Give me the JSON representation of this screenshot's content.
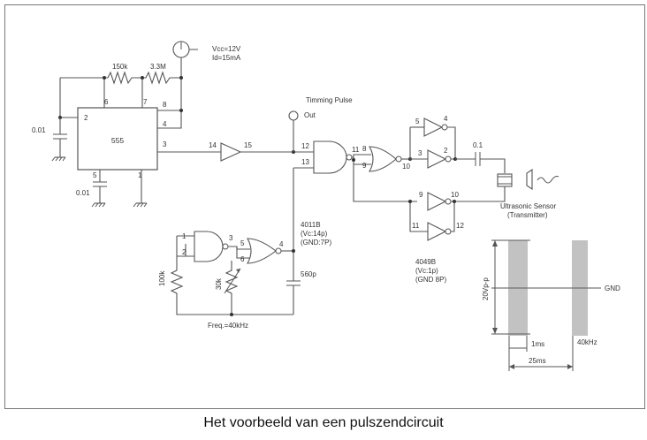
{
  "supply": {
    "vcc": "Vcc=12V",
    "id": "Id=15mA"
  },
  "timer": {
    "chip": "555",
    "pins": {
      "p2": "2",
      "p6": "6",
      "p7": "7",
      "p8": "8",
      "p4": "4",
      "p3": "3",
      "p5": "5",
      "p1": "1"
    },
    "r1": "150k",
    "r2": "3.3M",
    "c1": "0.01",
    "c2": "0.01"
  },
  "buffer": {
    "in": "14",
    "out": "15"
  },
  "timing_pulse": {
    "label": "Timming Pulse",
    "out": "Out"
  },
  "nand_gate": {
    "in_a": "12",
    "in_b": "13",
    "out": "11"
  },
  "nor_gate": {
    "in_a": "8",
    "in_b": "9",
    "out": "10"
  },
  "inverters_top": {
    "a_in": "5",
    "a_out": "4",
    "b_in": "3",
    "b_out": "2"
  },
  "inverters_bottom": {
    "a_in": "9",
    "a_out": "10",
    "b_in": "11",
    "b_out": "12"
  },
  "coupling_cap": "0.1",
  "sensor": {
    "line1": "Ultrasonic Sensor",
    "line2": "(Transmitter)"
  },
  "chip_4011": {
    "name": "4011B",
    "vc": "(Vc:14p)",
    "gnd": "(GND:7P)"
  },
  "chip_4049": {
    "name": "4049B",
    "vc": "(Vc:1p)",
    "gnd": "(GND 8P)"
  },
  "oscillator": {
    "nand_in_a": "1",
    "nand_in_b": "2",
    "nand_out": "3",
    "nor_in_a": "5",
    "nor_in_b": "6",
    "nor_out": "4",
    "r_fixed": "100k",
    "r_var": "30k",
    "cap": "560p",
    "freq": "Freq.=40kHz"
  },
  "waveform": {
    "amplitude": "20Vp-p",
    "ground": "GND",
    "pulse": "1ms",
    "period": "25ms",
    "freq": "40kHz"
  },
  "caption": "Het voorbeeld van een pulszendcircuit"
}
